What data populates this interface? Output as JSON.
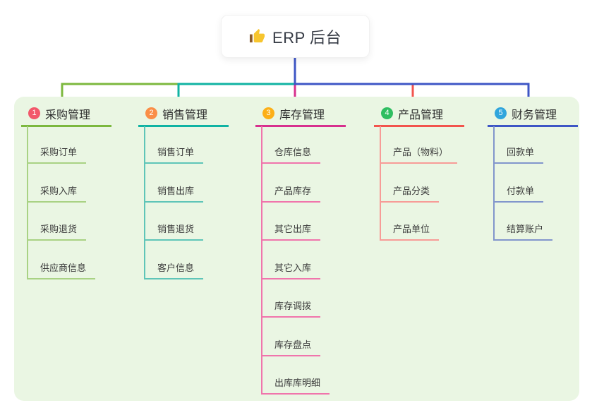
{
  "root": {
    "title": "ERP 后台",
    "icon": "thumbs-up-icon"
  },
  "colors": {
    "page_background": "#ffffff",
    "panel_background": "#eaf6e3",
    "root_connector": "#3e56c5",
    "thumb_yellow": "#f7c52e",
    "thumb_cuff_brown": "#8a5a2b"
  },
  "branches": [
    {
      "number": "1",
      "title": "采购管理",
      "badge_color": "#f2586b",
      "line_color": "#7cb83e",
      "child_line_color": "#a9d284",
      "children": [
        "采购订单",
        "采购入库",
        "采购退货",
        "供应商信息"
      ]
    },
    {
      "number": "2",
      "title": "销售管理",
      "badge_color": "#fa8e47",
      "line_color": "#10b3a3",
      "child_line_color": "#5fc5b8",
      "children": [
        "销售订单",
        "销售出库",
        "销售退货",
        "客户信息"
      ]
    },
    {
      "number": "3",
      "title": "库存管理",
      "badge_color": "#fcaf17",
      "line_color": "#d7308e",
      "child_line_color": "#f075ac",
      "children": [
        "仓库信息",
        "产品库存",
        "其它出库",
        "其它入库",
        "库存调拨",
        "库存盘点",
        "出库库明细"
      ]
    },
    {
      "number": "4",
      "title": "产品管理",
      "badge_color": "#2fbe61",
      "line_color": "#f2544d",
      "child_line_color": "#f79c97",
      "children": [
        "产品（物料）",
        "产品分类",
        "产品单位"
      ]
    },
    {
      "number": "5",
      "title": "财务管理",
      "badge_color": "#30a5dc",
      "line_color": "#3e56c5",
      "child_line_color": "#8296cc",
      "children": [
        "回款单",
        "付款单",
        "结算账户"
      ]
    }
  ]
}
